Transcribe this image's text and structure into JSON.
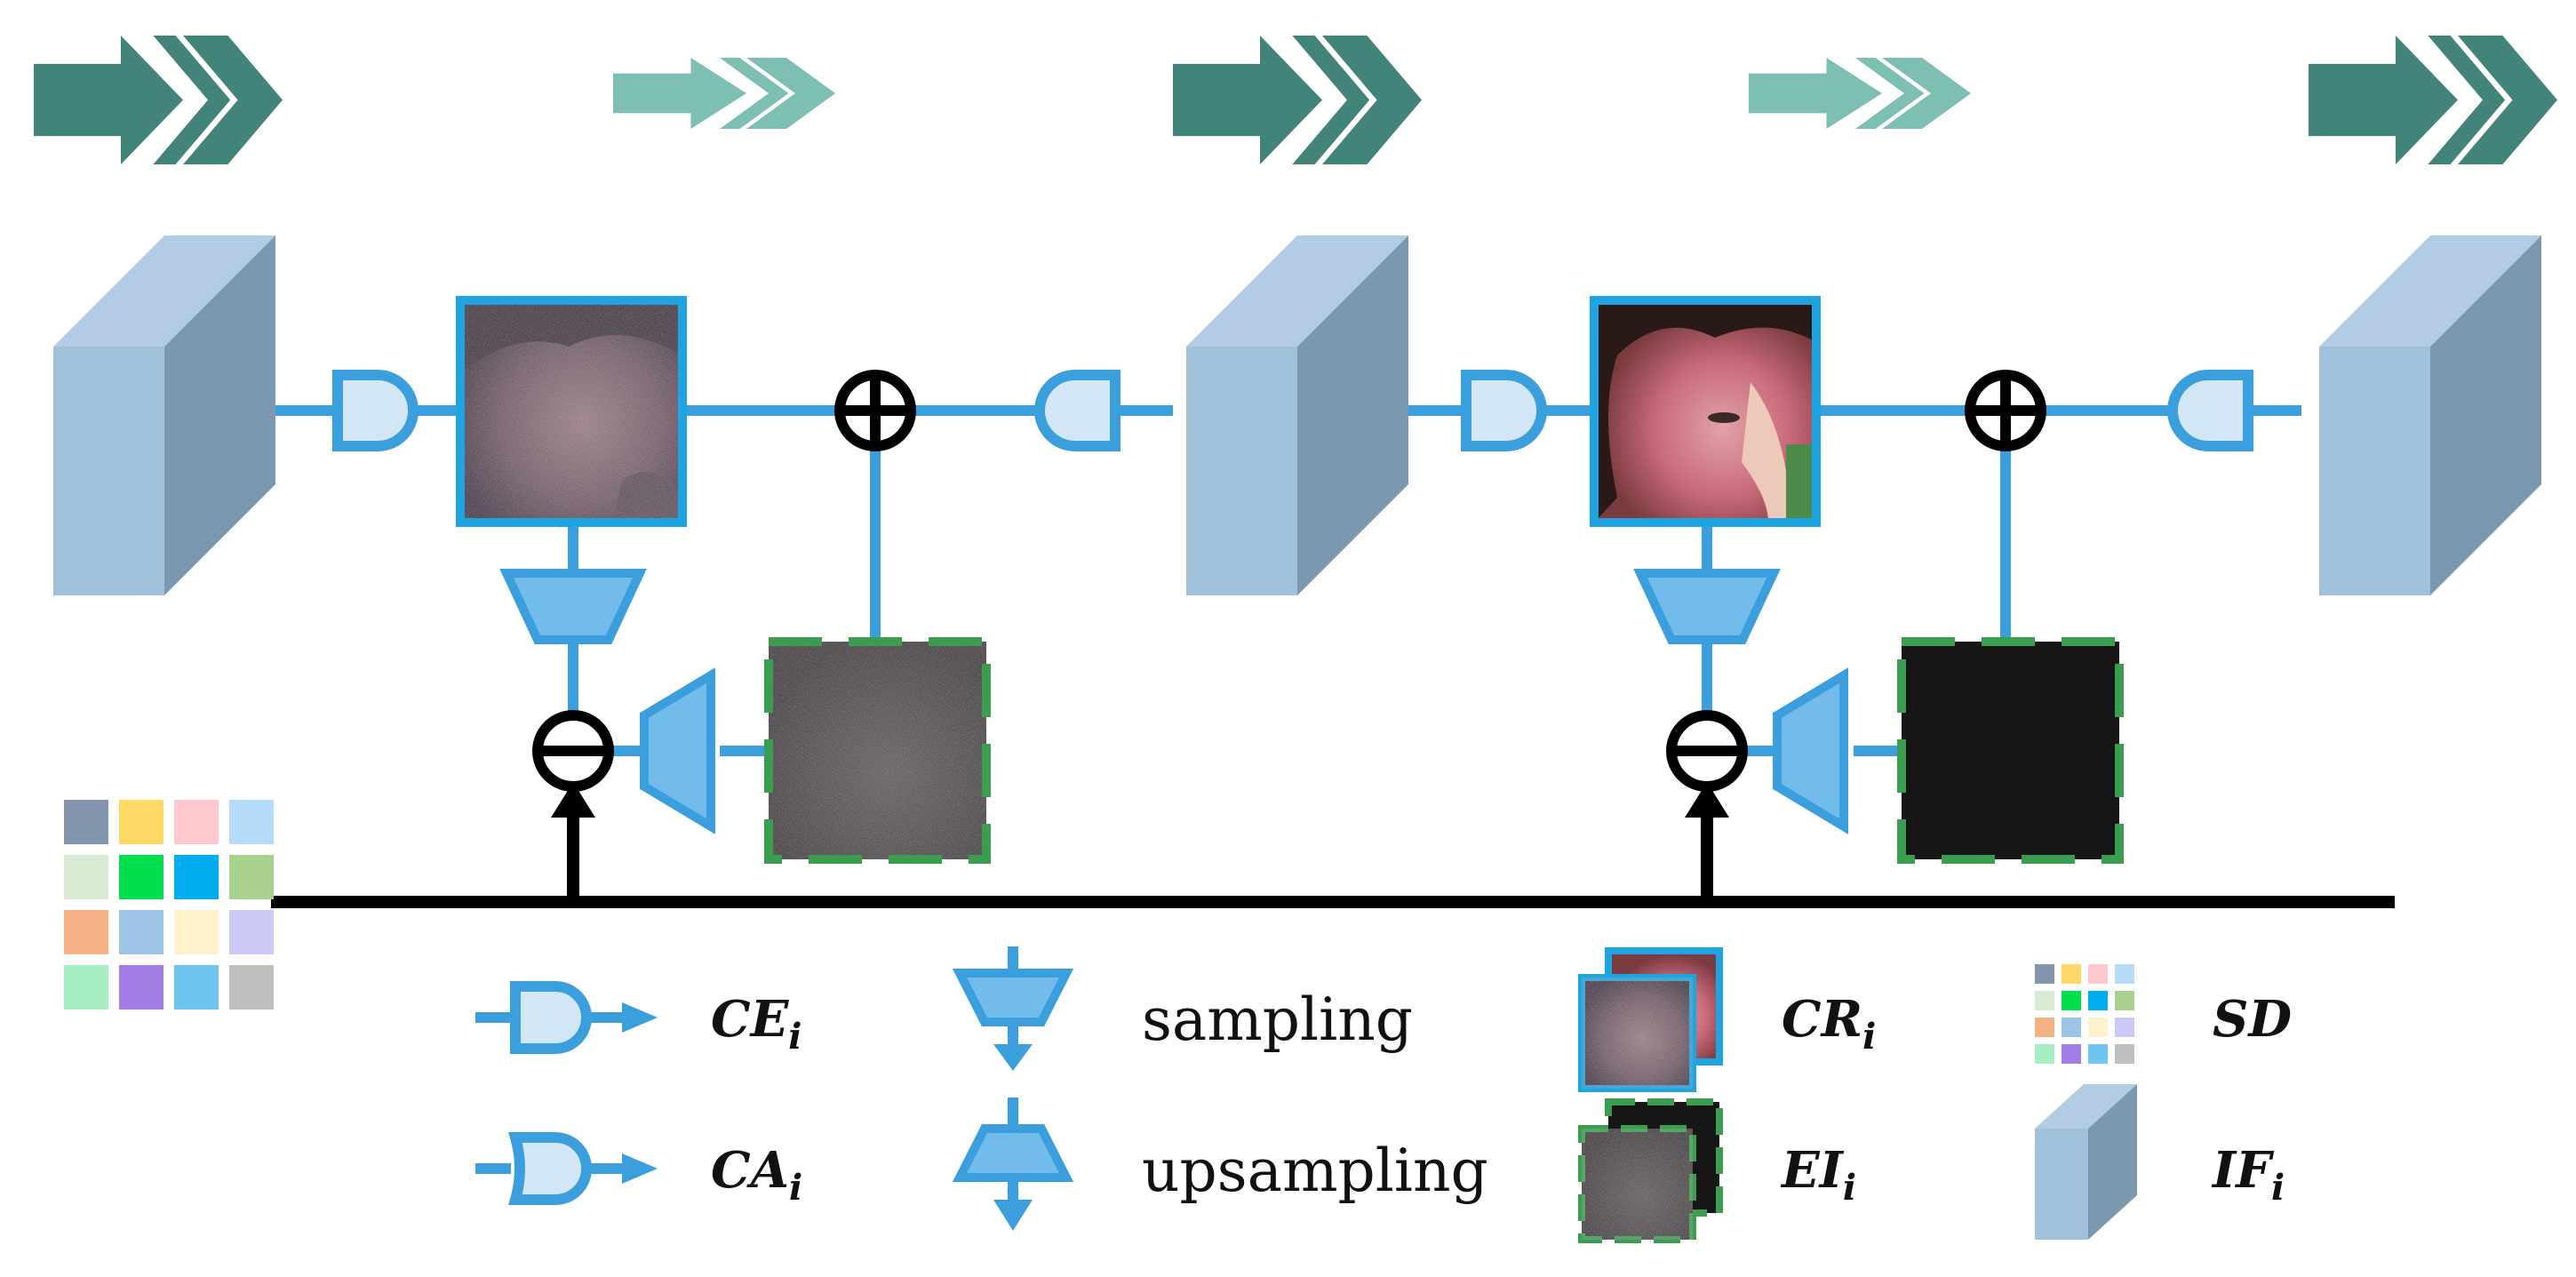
{
  "colors": {
    "line_blue": "#3a9fdc",
    "gate_fill": "#d3e6f6",
    "sampler_fill": "#72bcec",
    "arrow_dark": "#42837a",
    "arrow_light": "#7dbfb2",
    "feature_front": "#a1c0da",
    "feature_top": "#b2cde3",
    "feature_side": "#7b98b0",
    "dashed_border": "#3a9d4f",
    "bus": "#000000"
  },
  "icons": {
    "feature": "feature-block-icon",
    "encoder": "and-gate-icon",
    "attention": "rounded-gate-icon",
    "add": "circle-plus-icon",
    "subtract": "circle-minus-icon",
    "sampler": "funnel-down-icon",
    "upsampler": "funnel-up-icon",
    "image": "noisy-face-image",
    "shared_dictionary": "color-grid-icon"
  },
  "shared_dictionary_colors": [
    "#8396ad",
    "#ffd966",
    "#ffc7ce",
    "#b4dbf7",
    "#d9ead3",
    "#00e04f",
    "#00adee",
    "#a9d18e",
    "#f4b183",
    "#9dc3e6",
    "#fff2cc",
    "#cbcaf7",
    "#a7efc3",
    "#a27de6",
    "#6ec5ef",
    "#bfbfbf"
  ],
  "legend": {
    "row1": {
      "encoder_symbol": "CE",
      "encoder_subscript": "i",
      "sampling_label": "sampling",
      "refined_symbol": "CR",
      "refined_subscript": "i",
      "dictionary_symbol": "SD"
    },
    "row2": {
      "attention_symbol": "CA",
      "attention_subscript": "i",
      "upsampling_label": "upsampling",
      "error_symbol": "EI",
      "error_subscript": "i",
      "feature_symbol": "IF",
      "feature_subscript": "i"
    }
  }
}
